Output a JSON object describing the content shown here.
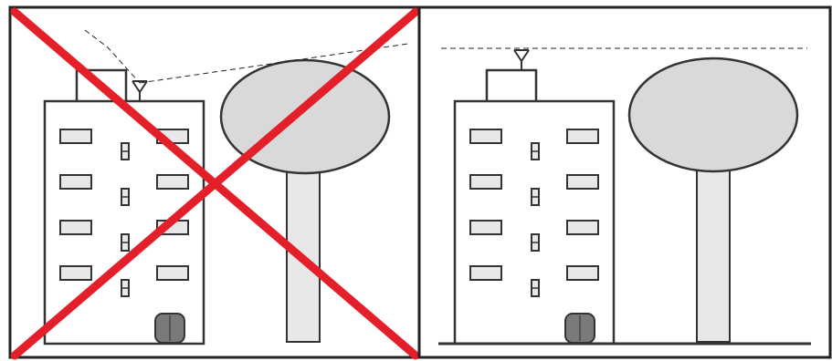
{
  "panels": [
    {
      "id": "incorrect",
      "crossed_out": true,
      "antenna_position": "rooftop-behind-tree",
      "sightline": "blocked-by-tree"
    },
    {
      "id": "correct",
      "crossed_out": false,
      "antenna_position": "rooftop-above-tree",
      "sightline": "clear"
    }
  ],
  "colors": {
    "outline": "#333333",
    "building_fill": "#ffffff",
    "window_fill": "#e8e8e8",
    "tree_fill": "#d9d9d9",
    "door_fill": "#7a7a7a",
    "cross": "#e3202a",
    "frame": "#222222"
  },
  "icons": [
    "antenna-icon",
    "building",
    "tree",
    "door-icon",
    "cross-out-mark"
  ]
}
